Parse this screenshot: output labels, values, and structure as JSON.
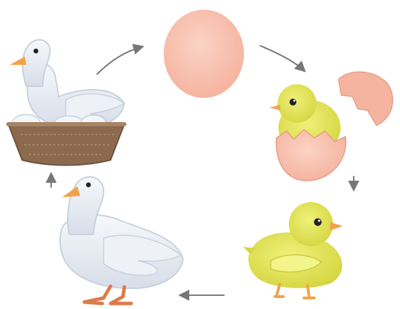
{
  "diagram": {
    "type": "life-cycle",
    "stages": [
      {
        "id": "adult-on-nest",
        "icon": "goose-on-nest-icon"
      },
      {
        "id": "egg",
        "icon": "egg-icon"
      },
      {
        "id": "hatching",
        "icon": "hatching-gosling-icon"
      },
      {
        "id": "gosling",
        "icon": "gosling-icon"
      },
      {
        "id": "adult",
        "icon": "adult-goose-icon"
      }
    ],
    "arrows": [
      "nest-to-egg",
      "egg-to-hatching",
      "hatching-to-gosling",
      "gosling-to-adult",
      "adult-to-nest"
    ]
  },
  "colors": {
    "goose_body": "#eef1f6",
    "goose_shadow": "#c9d1de",
    "beak": "#f2a24a",
    "egg": "#f8c3b1",
    "chick": "#e8e85a",
    "chick_shade": "#c9cc3c",
    "nest": "#8c6a4e",
    "arrow": "#777777"
  }
}
